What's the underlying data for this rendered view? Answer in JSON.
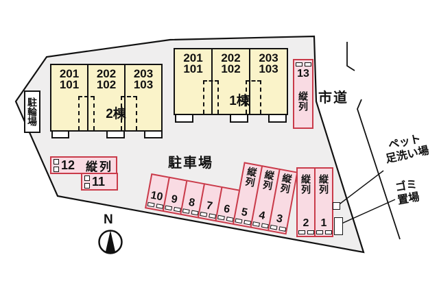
{
  "labels": {
    "bicycle_parking": "駐輪場",
    "parking_lot": "駐車場",
    "city_road": "市道",
    "pet_wash_line1": "ペット",
    "pet_wash_line2": "足洗い場",
    "garbage_line1": "ゴミ",
    "garbage_line2": "置場",
    "tandem": "縦列",
    "north": "N"
  },
  "buildings": [
    {
      "name": "2棟",
      "units": [
        {
          "upper": "201",
          "lower": "101"
        },
        {
          "upper": "202",
          "lower": "102"
        },
        {
          "upper": "203",
          "lower": "103"
        }
      ]
    },
    {
      "name": "1棟",
      "units": [
        {
          "upper": "201",
          "lower": "101"
        },
        {
          "upper": "202",
          "lower": "102"
        },
        {
          "upper": "203",
          "lower": "103"
        }
      ]
    }
  ],
  "parking": {
    "row": [
      "10",
      "9",
      "8",
      "7",
      "6",
      "5",
      "4",
      "3"
    ],
    "pair": [
      "2",
      "1"
    ],
    "stall13": "13",
    "stall12": "12",
    "stall11": "11"
  },
  "colors": {
    "stall_fill": "#f9dbe3",
    "stall_border": "#c93a49",
    "building_fill": "#faf3c9",
    "site_fill": "#efeeee",
    "line": "#111111"
  }
}
